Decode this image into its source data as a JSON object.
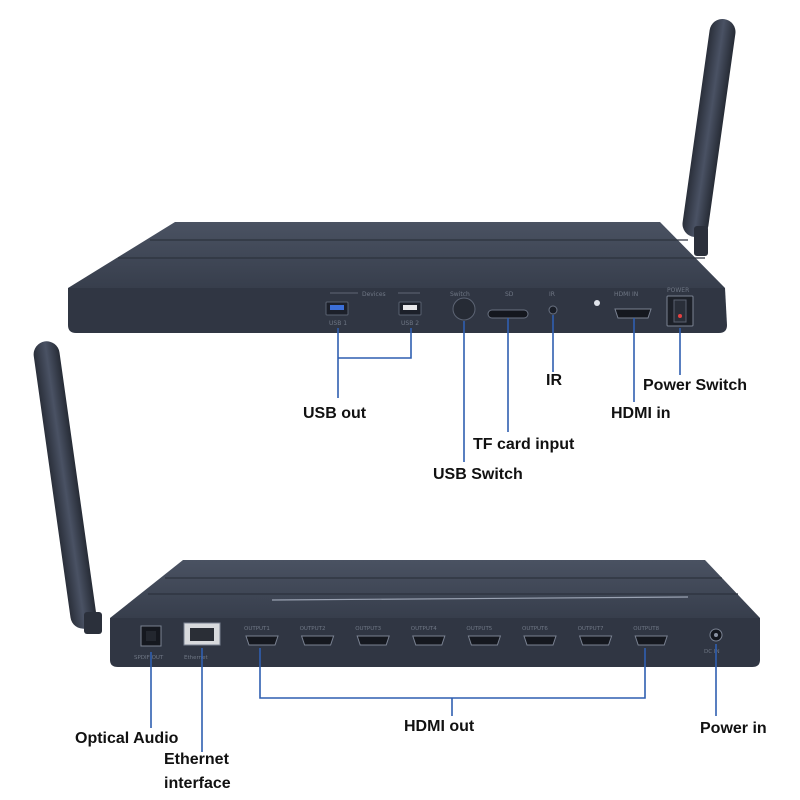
{
  "callouts": {
    "usb_out": "USB out",
    "usb_switch": "USB Switch",
    "tf_card_input": "TF card input",
    "ir": "IR",
    "hdmi_in": "HDMI in",
    "power_switch": "Power Switch",
    "optical_audio": "Optical Audio",
    "ethernet_line1": "Ethernet",
    "ethernet_line2": "interface",
    "hdmi_out": "HDMI out",
    "power_in": "Power in"
  },
  "device_front_labels": {
    "devices": "Devices",
    "usb1": "USB 1",
    "usb2": "USB 2",
    "switch": "Switch",
    "sd": "SD",
    "ir": "IR",
    "hdmi_in": "HDMI IN",
    "power": "POWER"
  },
  "device_back_labels": {
    "spdif_out": "SPDIF OUT",
    "ethernet": "Ethernet",
    "dc_in": "DC IN",
    "outputs": [
      "OUTPUT1",
      "OUTPUT2",
      "OUTPUT3",
      "OUTPUT4",
      "OUTPUT5",
      "OUTPUT6",
      "OUTPUT7",
      "OUTPUT8"
    ]
  },
  "colors": {
    "device_body": "#3a4150",
    "device_front": "#2f3542",
    "leader_line": "#2f5fb0",
    "antenna": "#333947"
  }
}
